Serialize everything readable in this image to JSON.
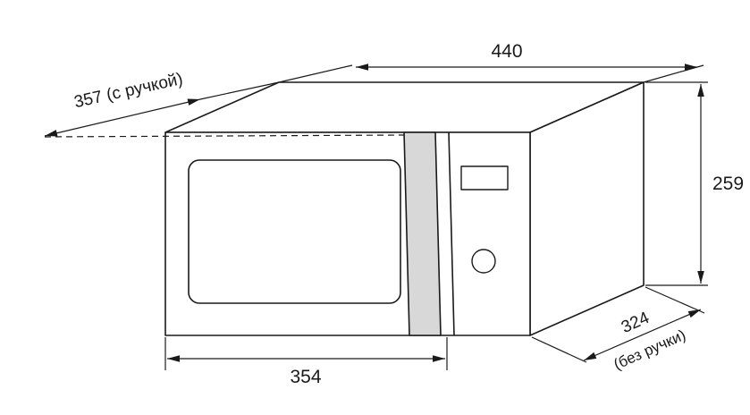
{
  "diagram": {
    "type": "technical-dimension-drawing",
    "subject": "microwave-oven-outline",
    "colors": {
      "ink": "#1a1a1a",
      "handle_strip_fill": "#d8d8d8",
      "face_fill": "#ffffff"
    },
    "dims": {
      "top_width": "440",
      "depth_with_handle": "357 (с ручкой)",
      "height": "259",
      "depth_value": "324",
      "depth_note": "(без ручки)",
      "front_width": "354"
    }
  }
}
